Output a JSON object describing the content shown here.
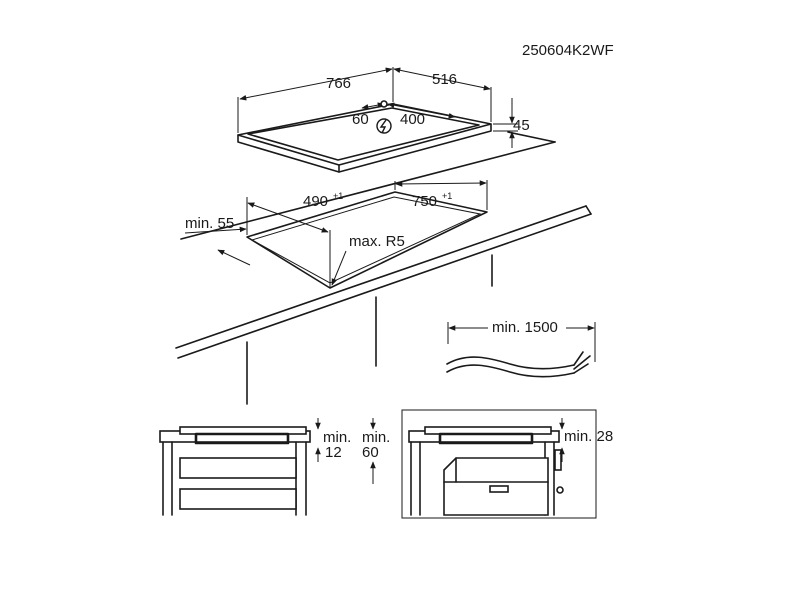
{
  "ref_code": "250604K2WF",
  "hob": {
    "width": "766",
    "depth": "516",
    "height": "45",
    "connection_left": "60",
    "connection_right": "400",
    "connection_icon": "power-connection-icon"
  },
  "cutout": {
    "depth": "490",
    "depth_tol": "+1",
    "width": "750",
    "width_tol": "+1",
    "front_edge": "min. 55",
    "corner_radius": "max. R5"
  },
  "cable": {
    "length": "min. 1500"
  },
  "detail_left": {
    "gap_small_a": "min.",
    "gap_small_b": "12",
    "gap_large_a": "min.",
    "gap_large_b": "60"
  },
  "detail_right": {
    "gap": "min. 28"
  }
}
